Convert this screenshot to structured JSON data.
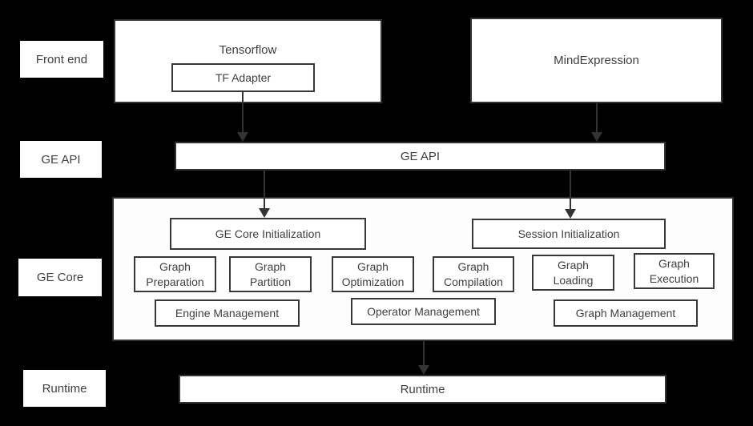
{
  "colors": {
    "background": "#000000",
    "box_fill": "#ffffff",
    "panel_fill": "#fdfdfd",
    "border": "#333333",
    "text": "#404040",
    "arrow": "#333333"
  },
  "layer_labels": {
    "front_end": "Front end",
    "ge_api": "GE API",
    "ge_core": "GE Core",
    "runtime": "Runtime"
  },
  "front_end": {
    "tensorflow_label": "Tensorflow",
    "tf_adapter_label": "TF Adapter",
    "mind_expression_label": "MindExpression"
  },
  "ge_api": {
    "bar_label": "GE API"
  },
  "ge_core": {
    "initialization_boxes": [
      "GE Core Initialization",
      "Session Initialization"
    ],
    "function_boxes": [
      "Graph Preparation",
      "Graph Partition",
      "Graph Optimization",
      "Graph Compilation",
      "Graph Loading",
      "Graph Execution"
    ],
    "management_boxes": [
      "Engine Management",
      "Operator Management",
      "Graph Management"
    ]
  },
  "runtime": {
    "bar_label": "Runtime"
  }
}
